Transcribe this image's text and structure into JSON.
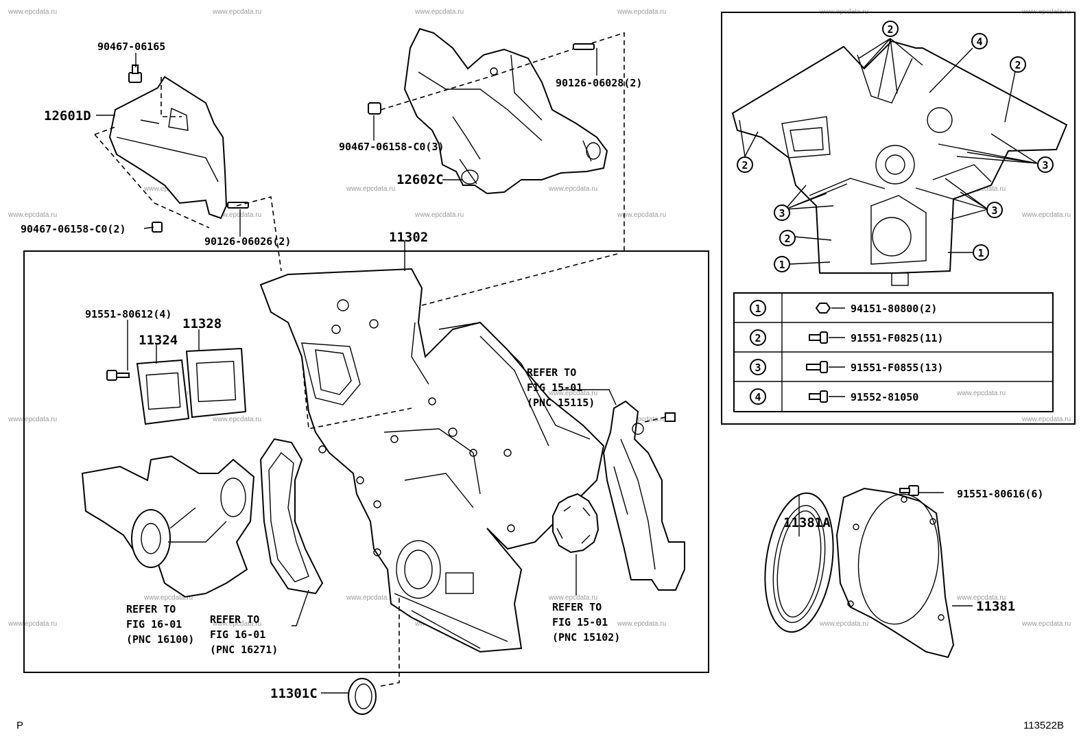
{
  "watermark": "www.epcdata.ru",
  "labels": {
    "p90467_06165": "90467-06165",
    "p12601d": "12601D",
    "p90467_06158_c0_2": "90467-06158-C0(2)",
    "p90126_06026": "90126-06026(2)",
    "p90126_06028": "90126-06028(2)",
    "p90467_06158_c0_3": "90467-06158-C0(3)",
    "p12602c": "12602C",
    "p11302": "11302",
    "p91551_80612": "91551-80612(4)",
    "p11324": "11324",
    "p11328": "11328",
    "p11381a": "11381A",
    "p91551_80616": "91551-80616(6)",
    "p11381": "11381",
    "p11301c": "11301C"
  },
  "refs": {
    "r15115": [
      "REFER TO",
      "FIG 15-01",
      "(PNC 15115)"
    ],
    "r16100": [
      "REFER TO",
      "FIG 16-01",
      "(PNC 16100)"
    ],
    "r16271": [
      "REFER TO",
      "FIG 16-01",
      "(PNC 16271)"
    ],
    "r15102": [
      "REFER TO",
      "FIG 15-01",
      "(PNC 15102)"
    ]
  },
  "inset": {
    "callouts": [
      "1",
      "2",
      "3",
      "4"
    ],
    "legend": [
      {
        "num": "1",
        "part": "94151-80800(2)"
      },
      {
        "num": "2",
        "part": "91551-F0825(11)"
      },
      {
        "num": "3",
        "part": "91551-F0855(13)"
      },
      {
        "num": "4",
        "part": "91552-81050"
      }
    ]
  },
  "footer": {
    "left": "P",
    "right": "113522B"
  }
}
